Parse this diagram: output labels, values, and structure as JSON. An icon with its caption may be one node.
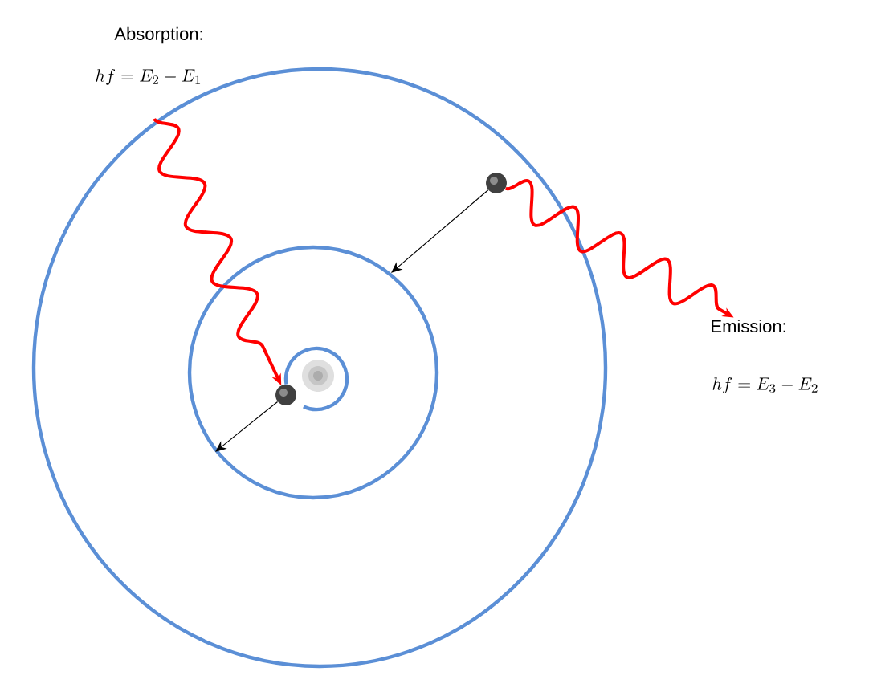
{
  "diagram": {
    "nodes": [
      {
        "text": [],
        "shape": "circle"
      },
      {
        "text": [],
        "shape": "circle",
        "in": 0
      },
      {
        "text": [],
        "shape": "circle",
        "in": 1
      },
      {
        "text": [],
        "shape": "circle",
        "in": 0
      },
      {
        "text": [],
        "shape": "circle",
        "in": 1
      },
      {
        "text": [
          "Emission:"
        ]
      }
    ],
    "edges": [
      {
        "from": null,
        "to": 4,
        "arrow": "to",
        "color": "#ff0000"
      },
      {
        "from": 3,
        "to": 5,
        "arrow": "to",
        "color": "#ff0000"
      },
      {
        "from": 3,
        "to": 1,
        "arrow": "to",
        "color": "#000000"
      },
      {
        "from": 4,
        "to": 1,
        "arrow": "to",
        "color": "#000000"
      }
    ],
    "labels": [
      "Absorption:",
      "hf = E_2 - E_1",
      "hf = E_3 - E_2"
    ]
  }
}
